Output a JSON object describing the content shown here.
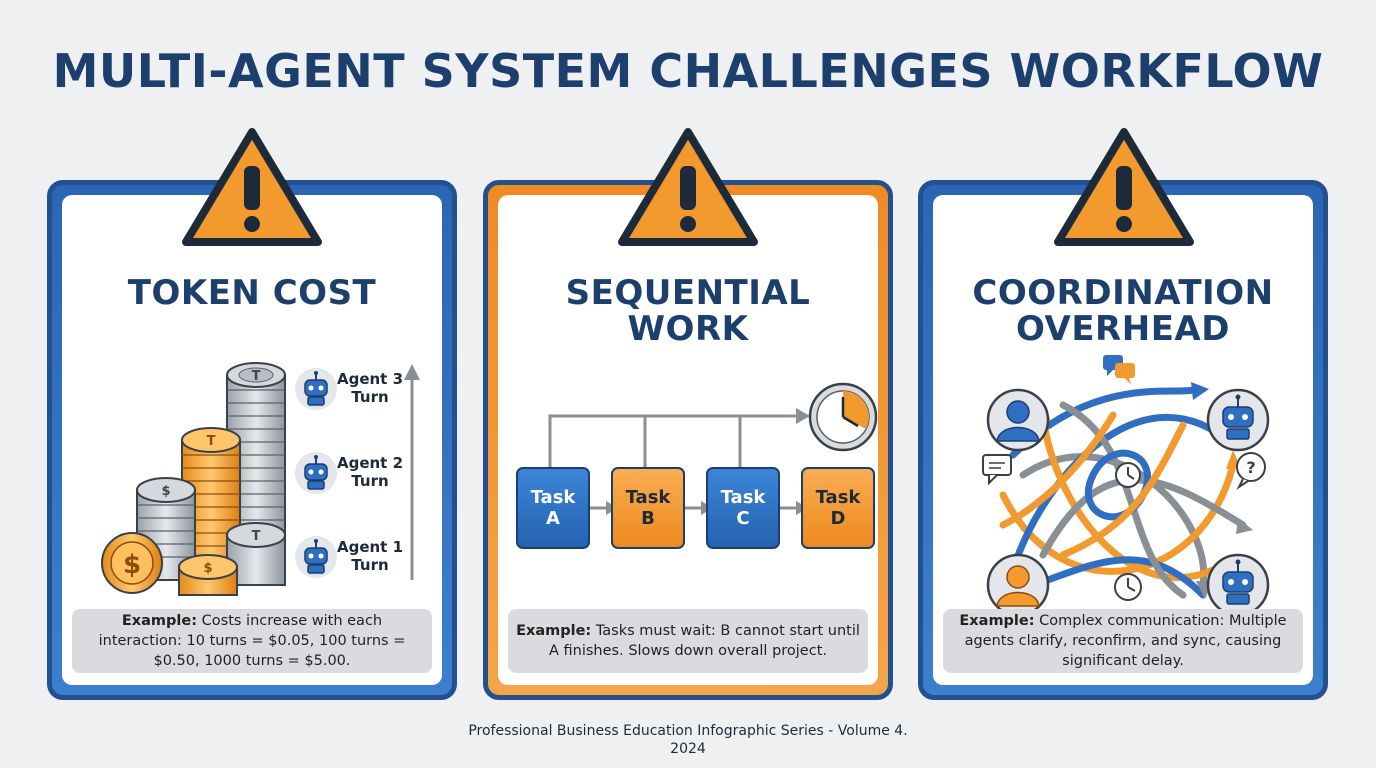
{
  "title": "MULTI-AGENT SYSTEM CHALLENGES WORKFLOW",
  "cards": [
    {
      "title_line1": "TOKEN COST",
      "example_label": "Example:",
      "example_text": " Costs increase with each interaction: 10 turns = $0.05, 100 turns = $0.50, 1000 turns = $5.00.",
      "agents": [
        "Agent 3",
        "Turn",
        "Agent 2",
        "Turn",
        "Agent 1",
        "Turn"
      ]
    },
    {
      "title_line1": "SEQUENTIAL",
      "title_line2": "WORK",
      "tasks": [
        {
          "line1": "Task",
          "line2": "A"
        },
        {
          "line1": "Task",
          "line2": "B"
        },
        {
          "line1": "Task",
          "line2": "C"
        },
        {
          "line1": "Task",
          "line2": "D"
        }
      ],
      "example_label": "Example:",
      "example_text": " Tasks must wait: B cannot start until A finishes. Slows down overall project."
    },
    {
      "title_line1": "COORDINATION",
      "title_line2": "OVERHEAD",
      "example_label": "Example:",
      "example_text": " Complex communication: Multiple agents clarify, reconfirm, and sync, causing significant delay."
    }
  ],
  "footer_line1": "Professional Business Education Infographic Series - Volume 4.",
  "footer_line2": "2024",
  "colors": {
    "navy": "#1d3f6e",
    "blue": "#2f6fc2",
    "orange": "#f29a2e",
    "gray": "#8a8f96"
  },
  "icons": [
    "warning-icon",
    "coin-icon",
    "robot-icon",
    "clock-icon",
    "user-icon",
    "chat-icon",
    "question-icon"
  ]
}
